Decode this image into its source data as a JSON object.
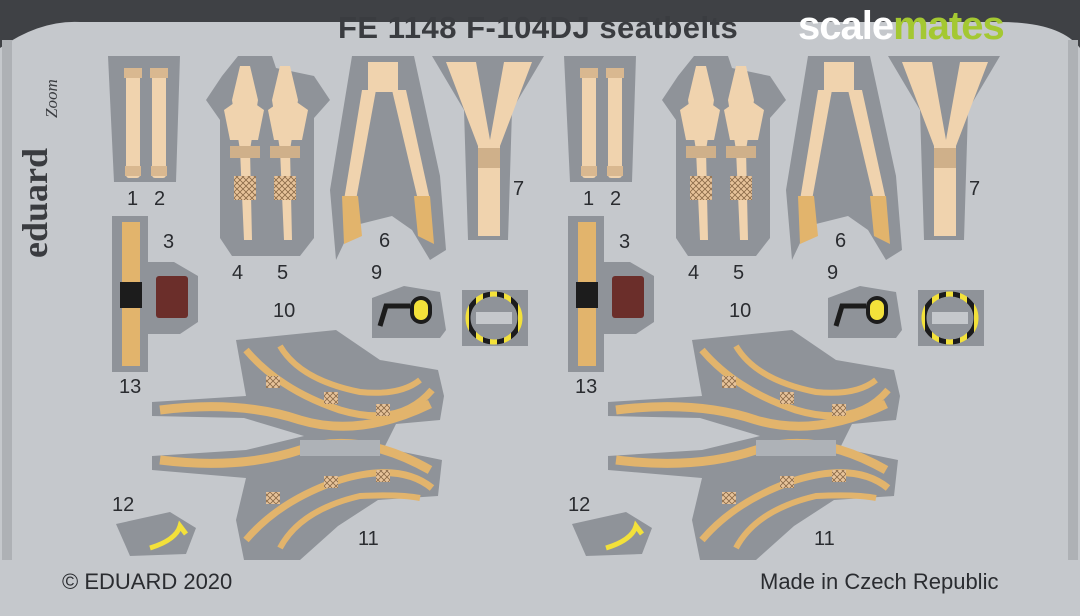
{
  "fret": {
    "title": "FE 1148  F-104DJ seatbelts",
    "brand_part1": "scale",
    "brand_part2": "mates",
    "logo_text": "eduard",
    "series_text": "Zoom",
    "copyright": "© EDUARD 2020",
    "made_in": "Made in Czech Republic",
    "colors": {
      "metal": "#c5c8cc",
      "part": "#8f9399",
      "belt": "#f0d3ae",
      "belt_dark": "#e2b46c",
      "seat": "#6b2e2a",
      "yellow": "#f3e13a",
      "black": "#1c1c1c",
      "brand_green": "#a4c832"
    }
  },
  "left_set": {
    "labels": [
      "1",
      "2",
      "3",
      "4",
      "5",
      "6",
      "7",
      "9",
      "10",
      "11",
      "12",
      "13"
    ]
  },
  "right_set": {
    "labels": [
      "1",
      "2",
      "3",
      "4",
      "5",
      "6",
      "7",
      "9",
      "10",
      "11",
      "12",
      "13"
    ]
  }
}
